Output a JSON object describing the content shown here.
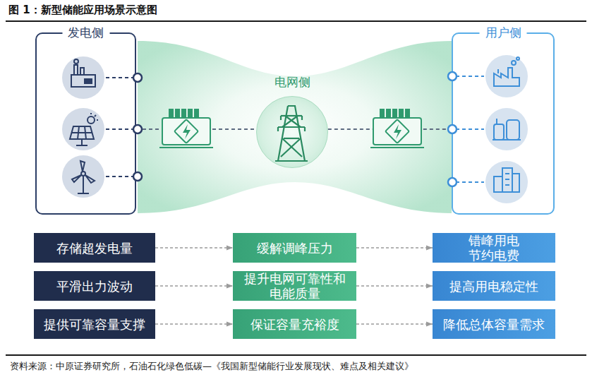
{
  "diagram": {
    "title": "图 1：新型储能应用场景示意图",
    "caption": "资料来源：中原证券研究所，石油石化绿色低碳—《我国新型储能行业发展现状、难点及相关建议》",
    "nodes": [
      {
        "text": [
          "发电侧"
        ]
      },
      {
        "text": [
          "电网侧"
        ]
      },
      {
        "text": [
          "用户侧"
        ]
      },
      {
        "text": [
          "存储超发电量"
        ]
      },
      {
        "text": [
          "缓解调峰压力"
        ]
      },
      {
        "text": [
          "错峰用电 节约电费"
        ]
      },
      {
        "text": [
          "平滑出力波动"
        ]
      },
      {
        "text": [
          "提升电网可靠性和 电能质量"
        ]
      },
      {
        "text": [
          "提高用电稳定性"
        ]
      },
      {
        "text": [
          "提供可靠容量支撑"
        ]
      },
      {
        "text": [
          "保证容量充裕度"
        ]
      },
      {
        "text": [
          "降低总体容量需求"
        ]
      }
    ],
    "edges": [
      {
        "from": 0,
        "to": 1,
        "arrow": "none"
      },
      {
        "from": 1,
        "to": 2,
        "arrow": "none"
      },
      {
        "from": 3,
        "to": 4,
        "arrow": "to"
      },
      {
        "from": 4,
        "to": 5,
        "arrow": "to"
      },
      {
        "from": 6,
        "to": 7,
        "arrow": "to"
      },
      {
        "from": 7,
        "to": 8,
        "arrow": "to"
      },
      {
        "from": 9,
        "to": 10,
        "arrow": "to"
      },
      {
        "from": 10,
        "to": 11,
        "arrow": "to"
      }
    ]
  }
}
